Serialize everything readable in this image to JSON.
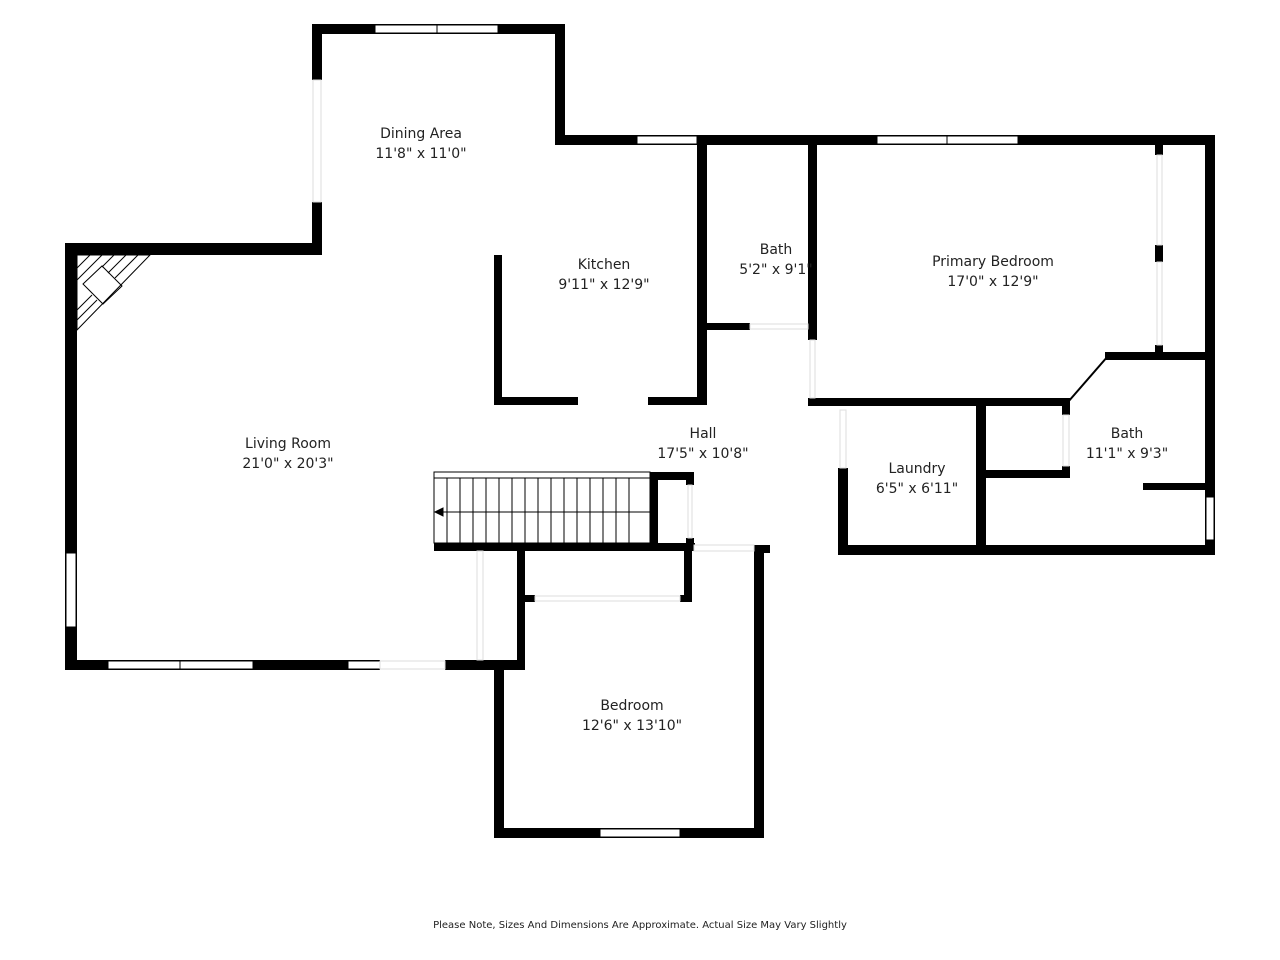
{
  "rooms": [
    {
      "name": "Dining Area",
      "size": "11'8\" x 11'0\""
    },
    {
      "name": "Kitchen",
      "size": "9'11\" x 12'9\""
    },
    {
      "name": "Bath",
      "size": "5'2\" x 9'1\""
    },
    {
      "name": "Primary Bedroom",
      "size": "17'0\" x 12'9\""
    },
    {
      "name": "Living Room",
      "size": "21'0\" x 20'3\""
    },
    {
      "name": "Hall",
      "size": "17'5\" x 10'8\""
    },
    {
      "name": "Laundry",
      "size": "6'5\" x 6'11\""
    },
    {
      "name": "Bath",
      "size": "11'1\" x 9'3\""
    },
    {
      "name": "Bedroom",
      "size": "12'6\" x 13'10\""
    }
  ],
  "footer_note": "Please Note, Sizes And Dimensions Are Approximate. Actual Size May Vary Slightly",
  "colors": {
    "wall": "#000000",
    "background": "#ffffff"
  }
}
